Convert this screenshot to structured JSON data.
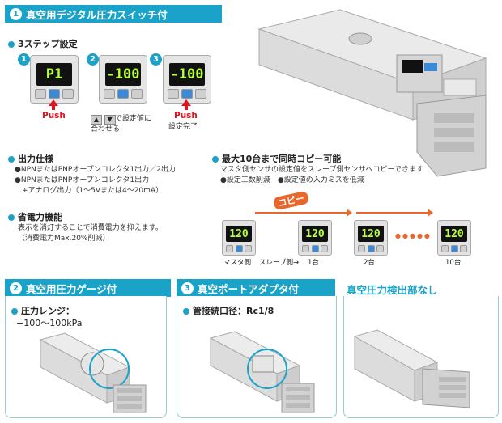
{
  "section1": {
    "num": "1",
    "title": "真空用デジタル圧力スイッチ付"
  },
  "steps": {
    "title": "3ステップ設定",
    "items": [
      {
        "num": "1",
        "display": "P1",
        "push": "Push"
      },
      {
        "num": "2",
        "display": "-100"
      },
      {
        "num": "3",
        "display": "-100",
        "push": "Push",
        "note": "設定完了"
      }
    ],
    "note2_line1": "で設定値に",
    "note2_line2": "合わせる"
  },
  "output": {
    "title": "出力仕様",
    "line1": "●NPNまたはPNPオープンコレクタ1出力／2出力",
    "line2": "●NPNまたはPNPオープンコレクタ1出力",
    "line3": "　+アナログ出力（1～5Vまたは4～20mA）"
  },
  "power": {
    "title": "省電力機能",
    "line1": "表示を消灯することで消費電力を抑えます。",
    "line2": "（消費電力Max.20%削減）"
  },
  "copy": {
    "title": "最大10台まで同時コピー可能",
    "line1": "マスタ側センサの設定値をスレーブ側センサへコピーできます",
    "line2": "●設定工数削減　●設定値の入力ミスを低減",
    "copy_label": "コピー",
    "display": "120",
    "labels": [
      "マスタ側",
      "スレーブ側→",
      "1台",
      "2台",
      "10台"
    ],
    "ellipsis": "●●●●●"
  },
  "section2": {
    "num": "2",
    "title": "真空用圧力ゲージ付",
    "item_title": "圧力レンジ：",
    "item_value": "−100〜100kPa"
  },
  "section3": {
    "num": "3",
    "title": "真空ポートアダプタ付",
    "item_title": "管接続口径：Rc1/8"
  },
  "section4": {
    "title": "真空圧力検出部なし"
  },
  "colors": {
    "accent": "#1aa3c9",
    "push": "#e0141e",
    "arrow": "#e9662c",
    "lcd": "#b8ff3c"
  }
}
